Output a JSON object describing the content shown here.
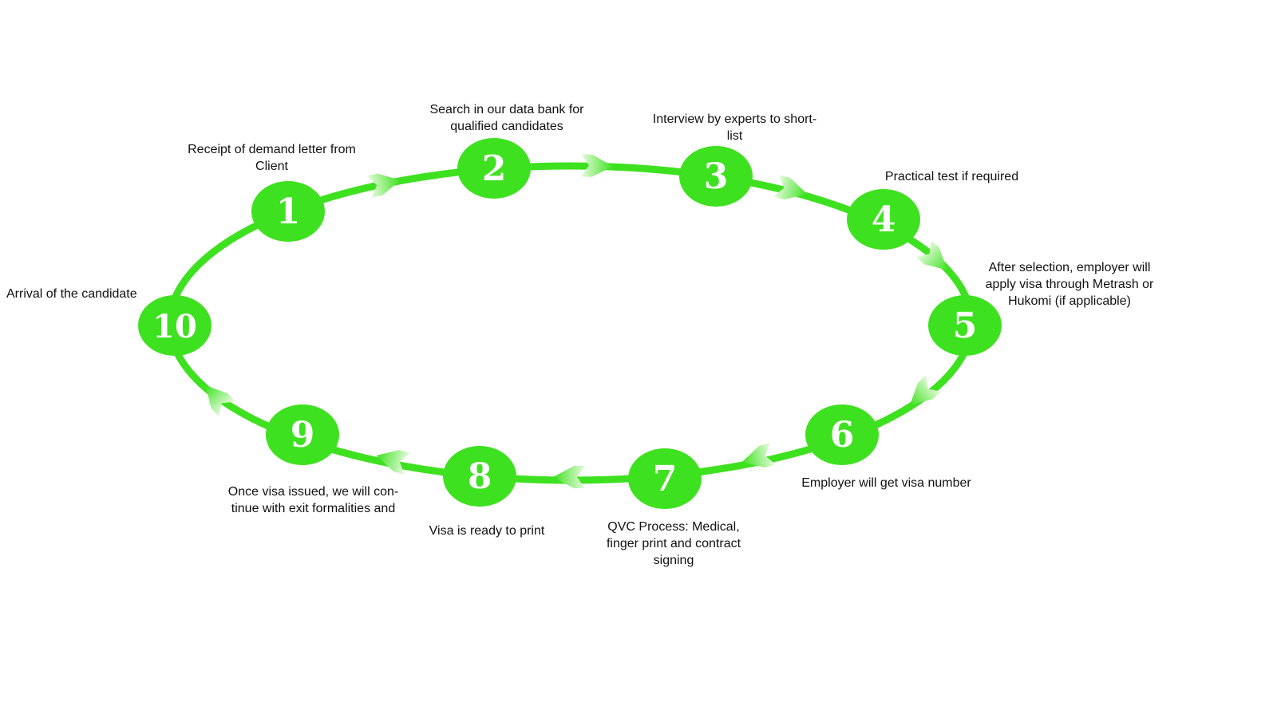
{
  "colors": {
    "ring": "#3ee11f",
    "node": "#3ee11f",
    "arrow_light": "#e8fbe0",
    "arrow_dark": "#3ee11f",
    "number": "#ffffff",
    "text": "#111111"
  },
  "steps": [
    {
      "number": "1",
      "label": "Receipt of demand letter from\nClient"
    },
    {
      "number": "2",
      "label": "Search in our data bank for\nqualified candidates"
    },
    {
      "number": "3",
      "label": "Interview by experts to short-\nlist"
    },
    {
      "number": "4",
      "label": "Practical test if required"
    },
    {
      "number": "5",
      "label": "After selection, employer will\napply visa through Metrash or\nHukomi (if applicable)"
    },
    {
      "number": "6",
      "label": "Employer will get visa number"
    },
    {
      "number": "7",
      "label": "QVC Process: Medical,\nfinger print and contract\nsigning"
    },
    {
      "number": "8",
      "label": "Visa is ready to print"
    },
    {
      "number": "9",
      "label": "Once visa issued, we will con-\ntinue with exit formalities and"
    },
    {
      "number": "10",
      "label": "Arrival of the candidate"
    }
  ]
}
